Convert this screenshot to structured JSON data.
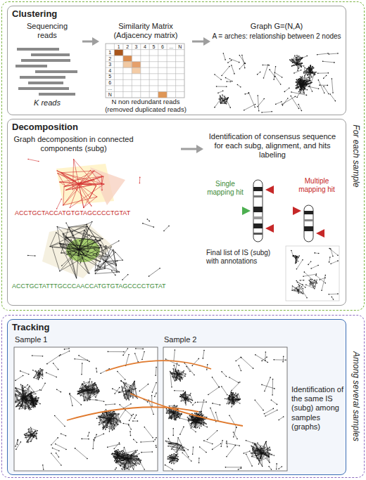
{
  "diagram": {
    "nodes": [
      {
        "text": [
          "For each sample"
        ]
      },
      {
        "text": [
          "Clustering"
        ],
        "in": 0
      },
      {
        "text": [
          "Sequencing reads",
          "K reads"
        ],
        "in": 1
      },
      {
        "text": [
          "Similarity Matrix (Adjacency matrix)",
          "N non redundant reads (removed duplicated reads)"
        ],
        "in": 1
      },
      {
        "text": [
          "Graph G=(N,A)",
          "A = arches: relationship between 2 nodes"
        ],
        "in": 1
      },
      {
        "text": [
          "Decomposition"
        ],
        "in": 0
      },
      {
        "text": [
          "Graph decomposition in connected components (subg)",
          "ACCTGCTACCATGTGTAGCCCCTGTAT",
          "ACCTGCTATTTGCCCAACCATGTGTAGCCCCTGTAT"
        ],
        "in": 5
      },
      {
        "text": [
          "Identification of consensus sequence for each subg, alignment, and hits labeling",
          "Single mapping hit",
          "Multiple mapping hit",
          "Final list of IS (subg) with annotations"
        ],
        "in": 5
      },
      {
        "text": [
          "Among several samples"
        ]
      },
      {
        "text": [
          "Tracking"
        ],
        "in": 8
      },
      {
        "text": [
          "Sample 1"
        ],
        "in": 9
      },
      {
        "text": [
          "Sample 2"
        ],
        "in": 9
      }
    ],
    "edges": [
      {
        "from": 2,
        "to": 3,
        "arrow": "to"
      },
      {
        "from": 3,
        "to": 4,
        "arrow": "to"
      },
      {
        "from": 6,
        "to": 7,
        "arrow": "to"
      }
    ],
    "labels": [
      "1",
      "2",
      "3",
      "4",
      "5",
      "6",
      "...",
      "N",
      "1",
      "2",
      "3",
      "4",
      "5",
      "6",
      "...",
      "N",
      "Identification of the same IS (subg) among samples (graphs)"
    ]
  }
}
